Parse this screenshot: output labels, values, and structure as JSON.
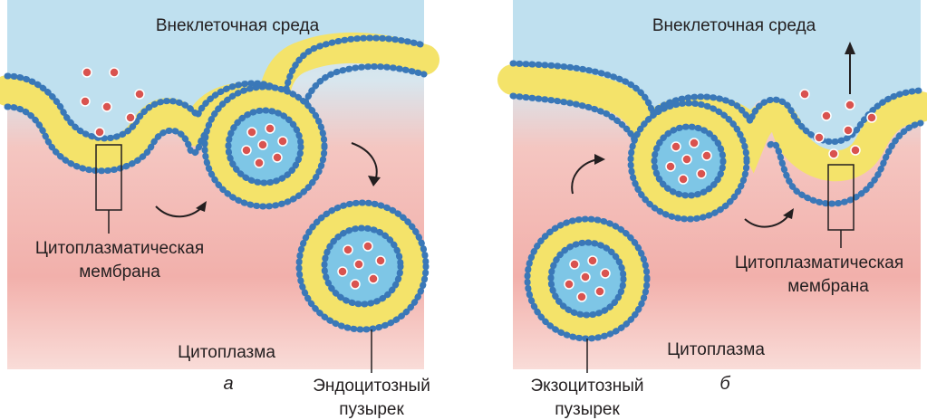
{
  "panel_a": {
    "top_label": "Внеклеточная среда",
    "membrane_label_line1": "Цитоплазматическая",
    "membrane_label_line2": "мембрана",
    "cytoplasm_label": "Цитоплазма",
    "vesicle_label_line1": "Эндоцитозный",
    "vesicle_label_line2": "пузырек",
    "letter": "а"
  },
  "panel_b": {
    "top_label": "Внеклеточная среда",
    "membrane_label_line1": "Цитоплазматическая",
    "membrane_label_line2": "мембрана",
    "cytoplasm_label": "Цитоплазма",
    "vesicle_label_line1": "Экзоцитозный",
    "vesicle_label_line2": "пузырек",
    "letter": "б"
  },
  "colors": {
    "extracellular_top": "#bfe0ef",
    "cytoplasm": "#f2b5b0",
    "lipid_head": "#3a78b8",
    "lipid_tail": "#f4e36a",
    "vesicle_lumen": "#7ec6e6",
    "cargo_particle": "#d9534f"
  }
}
